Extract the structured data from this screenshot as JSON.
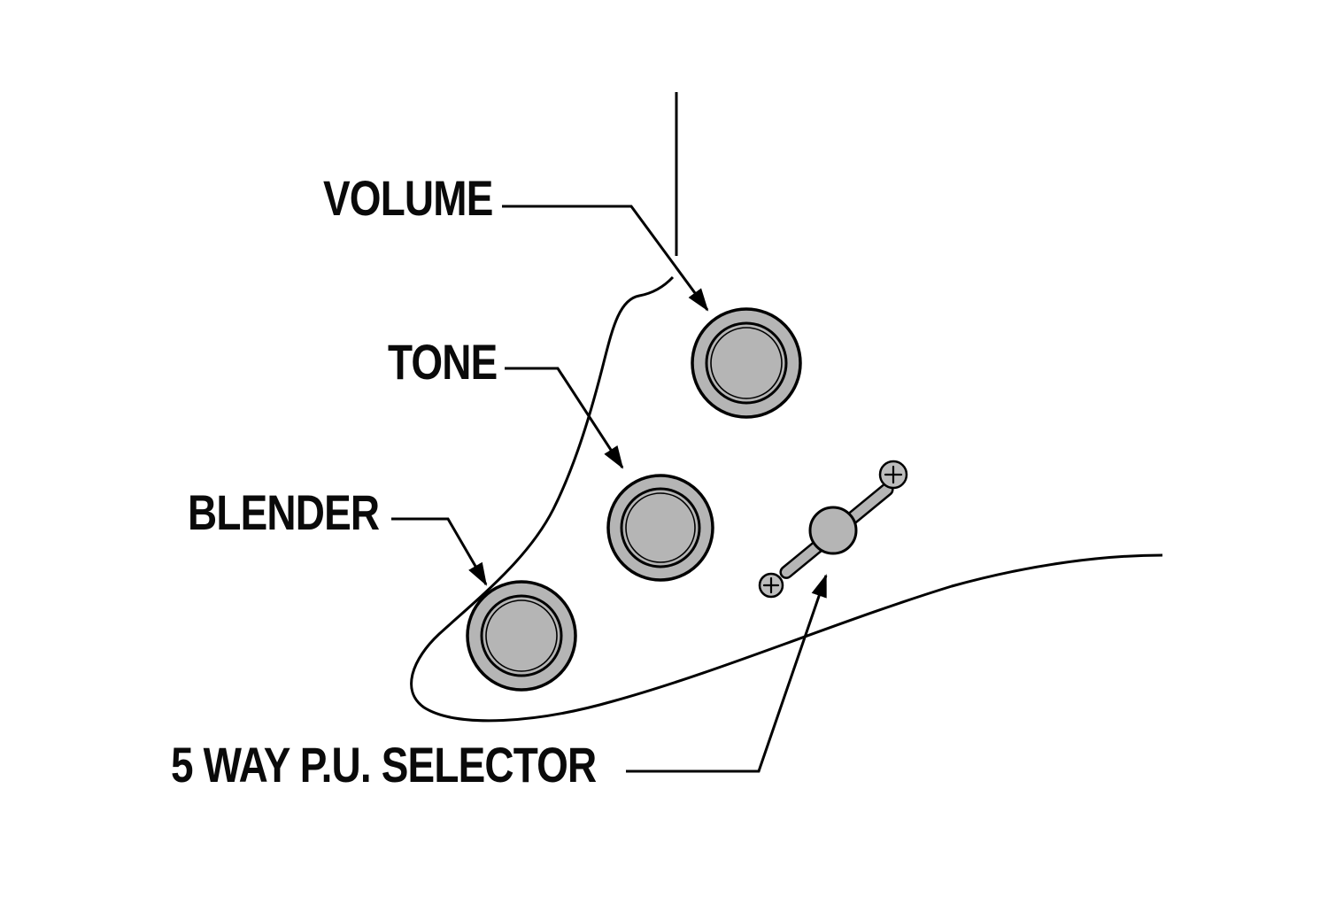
{
  "diagram": {
    "labels": {
      "volume": "VOLUME",
      "tone": "TONE",
      "blender": "BLENDER",
      "selector": "5 WAY P.U. SELECTOR"
    },
    "colors": {
      "background": "#ffffff",
      "line": "#000000",
      "text": "#0a0a0a",
      "knob_fill": "#b5b5b5",
      "screw_fill": "#bdbdbd"
    }
  }
}
